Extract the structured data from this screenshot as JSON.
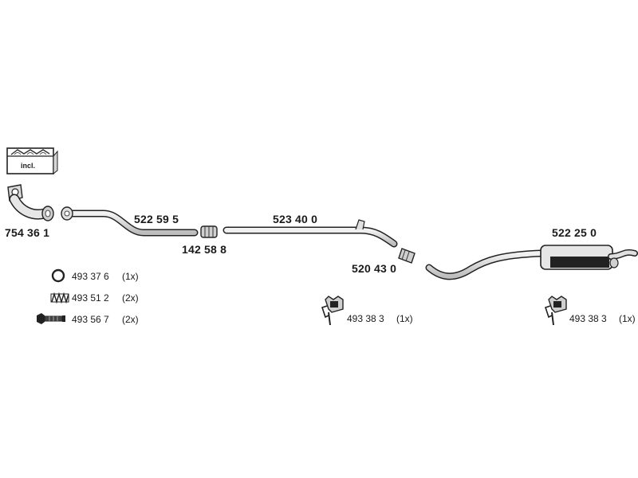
{
  "diagram": {
    "incl_label": "incl.",
    "parts": {
      "front_pipe": "754 36 1",
      "pipe_1": "522 59 5",
      "clamp_1": "142 58 8",
      "middle_pipe": "523 40 0",
      "clamp_2": "520 43 0",
      "rear_silencer": "522 25 0"
    },
    "accessories": [
      {
        "number": "493 37 6",
        "qty": "(1x)",
        "icon": "ring-gasket-icon"
      },
      {
        "number": "493 51 2",
        "qty": "(2x)",
        "icon": "spring-icon"
      },
      {
        "number": "493 56 7",
        "qty": "(2x)",
        "icon": "bolt-icon"
      }
    ],
    "hangers": [
      {
        "number": "493 38 3",
        "qty": "(1x)"
      },
      {
        "number": "493 38 3",
        "qty": "(1x)"
      }
    ]
  }
}
